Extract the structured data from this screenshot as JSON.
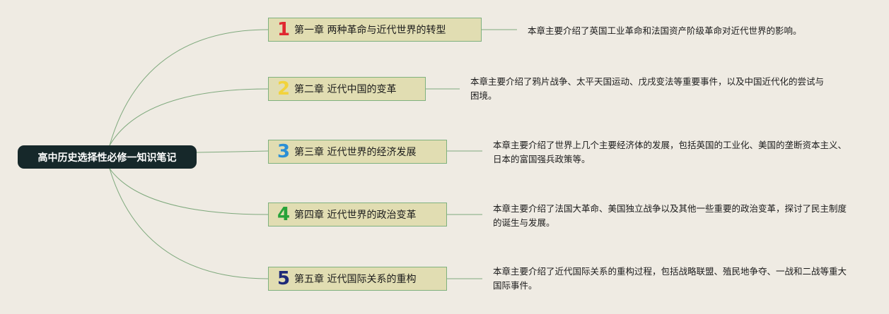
{
  "root": {
    "title": "高中历史选择性必修一知识笔记"
  },
  "colors": {
    "background": "#efebe3",
    "root_fill": "#16282a",
    "node_fill": "#e1ddb2",
    "node_border": "#7fb17e",
    "line": "#7fa97d"
  },
  "chapters": [
    {
      "number": "1",
      "number_color": "#e0282f",
      "label": "第一章 两种革命与近代世界的转型",
      "description": "本章主要介绍了英国工业革命和法国资产阶级革命对近代世界的影响。"
    },
    {
      "number": "2",
      "number_color": "#f2d33c",
      "label": "第二章 近代中国的变革",
      "description": "本章主要介绍了鸦片战争、太平天国运动、戊戌变法等重要事件，以及中国近代化的尝试与困境。"
    },
    {
      "number": "3",
      "number_color": "#2b8fd6",
      "label": "第三章 近代世界的经济发展",
      "description": "本章主要介绍了世界上几个主要经济体的发展，包括英国的工业化、美国的垄断资本主义、日本的富国强兵政策等。"
    },
    {
      "number": "4",
      "number_color": "#28a33a",
      "label": "第四章 近代世界的政治变革",
      "description": "本章主要介绍了法国大革命、美国独立战争以及其他一些重要的政治变革，探讨了民主制度的诞生与发展。"
    },
    {
      "number": "5",
      "number_color": "#1e2a78",
      "label": "第五章 近代国际关系的重构",
      "description": "本章主要介绍了近代国际关系的重构过程，包括战略联盟、殖民地争夺、一战和二战等重大国际事件。"
    }
  ]
}
